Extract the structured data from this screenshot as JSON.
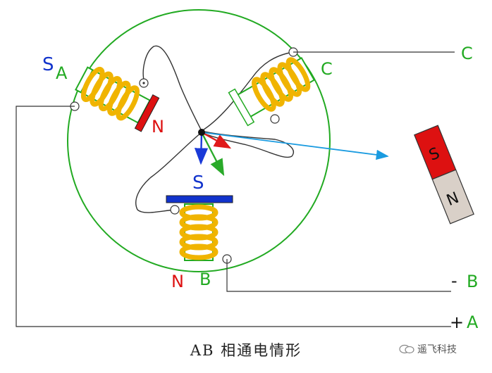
{
  "diagram": {
    "caption": "AB 相通电情形",
    "watermark": "遥飞科技",
    "colors": {
      "circle": "#22aa22",
      "coil": "#f0b400",
      "core": "#22aa22",
      "red_pole": "#dd1111",
      "blue_pole": "#1133cc",
      "wire": "#333333",
      "arrow_blue": "#1a9be0",
      "arrow_red": "#e01a1a",
      "arrow_green": "#2aaa2a",
      "arrow_dark_blue": "#1a3ad8"
    },
    "labels": {
      "pole_a_s": "S",
      "pole_a": "A",
      "pole_a_n": "N",
      "pole_c": "C",
      "pole_b_s": "S",
      "pole_b_n": "N",
      "pole_b": "B",
      "terminal_c": "C",
      "terminal_b_sign": "-",
      "terminal_b": "B",
      "terminal_a_sign": "+",
      "terminal_a": "A",
      "magnet_s": "S",
      "magnet_n": "N"
    }
  }
}
